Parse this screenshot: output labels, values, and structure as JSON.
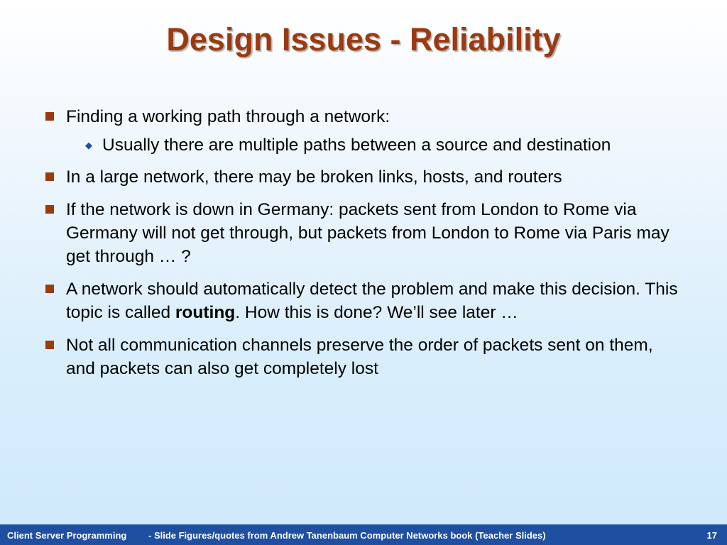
{
  "title": "Design Issues - Reliability",
  "bullets": [
    {
      "text": "Finding a working path through a network:",
      "sub": [
        "Usually there are multiple paths between a source and destination"
      ]
    },
    {
      "text": "In a large network, there may be broken links, hosts, and routers"
    },
    {
      "text": "If the network is down in Germany: packets sent from London to Rome via Germany will not get through, but packets from London to Rome via Paris may get through … ?"
    },
    {
      "text_before": "A network should automatically detect the problem and make this decision. This topic is called ",
      "emphasis": "routing",
      "text_after": ". How this is done? We’ll see later …"
    },
    {
      "text": "Not all communication channels preserve the order of  packets sent on them, and packets can also get completely lost"
    }
  ],
  "footer": {
    "course": "Client Server Programming",
    "credit": "- Slide Figures/quotes from Andrew  Tanenbaum Computer  Networks book (Teacher  Slides)",
    "page": "17"
  },
  "colors": {
    "title": "#9c3a0f",
    "bullet_marker": "#9c3a0f",
    "sub_bullet_marker": "#1f4fa1",
    "footer_bar": "#1f4fa0"
  },
  "icons": {
    "bullet": "square-bullet-icon",
    "sub_bullet": "diamond-bullet-icon"
  }
}
